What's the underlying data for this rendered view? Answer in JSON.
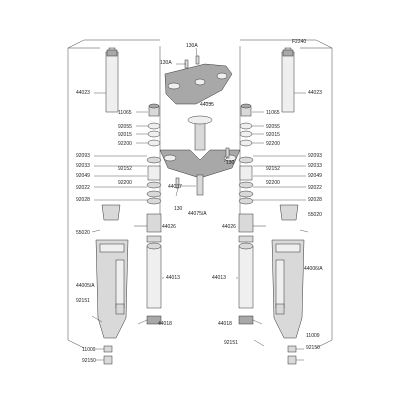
{
  "diagram": {
    "ref_code": "F2240",
    "labels": {
      "l130a_top": "130A",
      "l130a_left": "130A",
      "l44035": "44035",
      "l44023_left": "44023",
      "l44023_right": "44023",
      "l11065_left": "11065",
      "l11065_right": "11065",
      "l92055_left": "92055",
      "l92055_right": "92055",
      "l92015_left": "92015",
      "l92015_right": "92015",
      "l92200_a_left": "92200",
      "l92200_a_right": "92200",
      "l92093_left": "92093",
      "l92093_right": "92093",
      "l92033_left": "92033",
      "l92033_right": "92033",
      "l92152_left": "92152",
      "l92152_right": "92152",
      "l92049_left": "92049",
      "l92049_right": "92049",
      "l92200_b_left": "92200",
      "l92200_b_right": "92200",
      "l92022_left": "92022",
      "l92022_right": "92022",
      "l92028_left": "92028",
      "l92028_right": "92028",
      "l130_mid": "130",
      "l130_bot": "130",
      "l44037": "44037",
      "l44075a": "44075/A",
      "l44026_left": "44026",
      "l44026_right": "44026",
      "l55020_left": "55020",
      "l55020_right": "55020",
      "l44005a_left": "44005/A",
      "l44006a_right": "44006/A",
      "l44013_left": "44013",
      "l44013_right": "44013",
      "l92151_left": "92151",
      "l92151_right": "92151",
      "l44018_left": "44018",
      "l44018_right": "44018",
      "l11009_left": "11009",
      "l11009_right": "11009",
      "l92150_left": "92150",
      "l92150_right": "92150"
    }
  }
}
